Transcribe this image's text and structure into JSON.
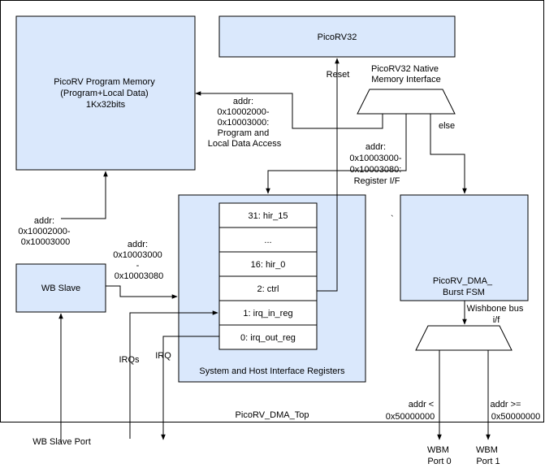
{
  "blocks": {
    "program_memory": [
      "PicoRV Program Memory",
      "(Program+Local Data)",
      "1Kx32bits"
    ],
    "picorv32": "PicoRV32",
    "wb_slave": "WB Slave",
    "registers_caption": "System and Host Interface Registers",
    "dma_fsm": [
      "PicoRV_DMA_",
      "Burst FSM"
    ],
    "top": "PicoRV_DMA_Top"
  },
  "registers": [
    "31: hir_15",
    "...",
    "16: hir_0",
    "2: ctrl",
    "1: irq_in_reg",
    "0: irq_out_reg"
  ],
  "labels": {
    "native_if": [
      "PicoRV32 Native",
      "Memory Interface"
    ],
    "reset": "Reset",
    "else": "else",
    "mem_access": [
      "addr:",
      "0x10002000-",
      "0x10003000:",
      "Program and",
      "Local Data Access"
    ],
    "reg_if": [
      "addr:",
      "0x10003000-",
      "0x10003080:",
      "Register I/F"
    ],
    "slave_mem_addr": [
      "addr:",
      "0x10002000-",
      "0x10003000"
    ],
    "slave_reg_addr": [
      "addr:",
      "0x10003000",
      "-",
      "0x10003080"
    ],
    "irqs": "IRQs",
    "irq": "IRQ",
    "wishbone_bus": [
      "Wishbone bus",
      "i/f"
    ],
    "port0_addr": [
      "addr <",
      "0x50000000"
    ],
    "port1_addr": [
      "addr >=",
      "0x50000000"
    ],
    "wb_slave_port": "WB Slave Port",
    "wbm_port0": [
      "WBM",
      "Port 0"
    ],
    "wbm_port1": [
      "WBM",
      "Port 1"
    ],
    "stray_mark": "`"
  }
}
